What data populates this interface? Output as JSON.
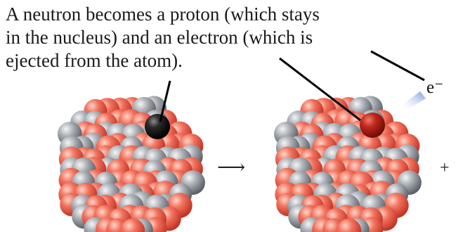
{
  "caption": {
    "lines": [
      "A neutron becomes a proton (which stays",
      "in the nucleus) and an electron (which is",
      "ejected from the atom)."
    ]
  },
  "electron_label": "e⁻",
  "arrow_symbol": "⟶",
  "plus_symbol": "+",
  "colors": {
    "proton": "#ee6a5a",
    "neutron": "#9ea3a9",
    "changed_neutron": "#1c1c1c",
    "new_proton": "#b51e14",
    "electron_trail": "#6e93d8"
  }
}
